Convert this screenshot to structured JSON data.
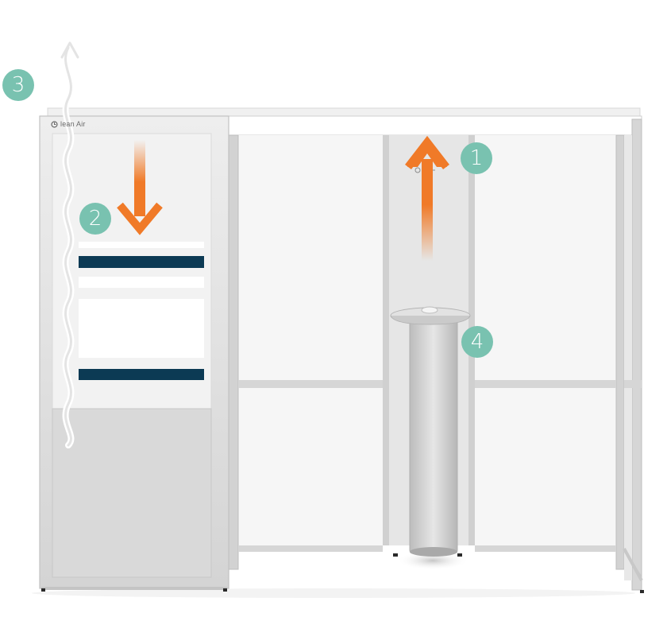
{
  "brand": {
    "name": "lean Air",
    "logo_icon": "leaf-circle-icon"
  },
  "callouts": [
    {
      "number": "1",
      "label_for": "exhaust-up-arrow"
    },
    {
      "number": "2",
      "label_for": "intake-down-arrow"
    },
    {
      "number": "3",
      "label_for": "outflow-wave"
    },
    {
      "number": "4",
      "label_for": "sink-column"
    }
  ],
  "colors": {
    "badge": "#79c2b0",
    "arrow": "#f07a28",
    "frame": "#c9c9c9",
    "panel_stripe": "#0c3a54"
  }
}
